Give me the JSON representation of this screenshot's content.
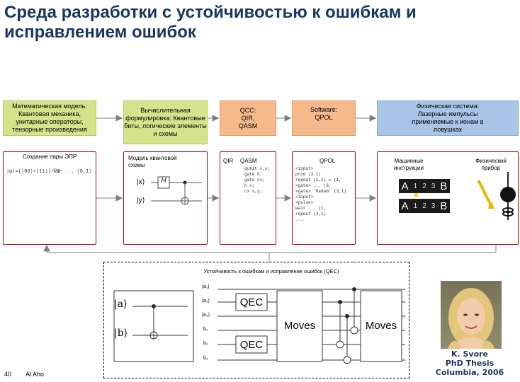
{
  "slide": {
    "title": "Среда разработки с устойчивостью к ошибкам и исправлением ошибок",
    "page_number": "40",
    "author": "Al Aho"
  },
  "top_boxes": {
    "math": "Математическая модель: Квантовая механика, унитарные операторы, тензорные произведения",
    "compute": "Вычислительная формулировка: Квантовые биты, логические элементы и схемы",
    "qcc": "QCC: QIR, QASM",
    "software": "Software: QPOL",
    "physical": "Физическая система: Лазерные импульсы применяемые к ионам в ловушках"
  },
  "panels": {
    "epr_label": "Создание пары ЭПР",
    "epr_formula": "|ψ⟩=(|00⟩+|11⟩)/√2",
    "epr_suffix": "for ... (0,1)",
    "circuit_label": "Модель квантовой схемы",
    "ket_x": "|x⟩",
    "ket_y": "|y⟩",
    "gate_h": "H",
    "qir_label": "QIR",
    "qasm_label": "QASM",
    "qasm_code": "qubit x,y;\ngate h;\ngate cx;\nh x;\ncx x,y;",
    "qpol_label": "QPOL",
    "qpol_code": "<input>\nprod (3,1)\nrepeat (1,1) = (1,\n<gate> ... (3,\n<gate> 'Hadam' (3,1)\n<input>\n<pulse>\nwait ... (1,\nrepeat (3,1)\n...",
    "machine_label": "Машинные инструкции",
    "device_label": "Физический прибор",
    "reg_row": [
      "A",
      "1",
      "2",
      "3",
      "B"
    ]
  },
  "qec": {
    "caption": "Устойчивость к ошибкам и исправление ошибок (QEC)",
    "ket_a": "|a⟩",
    "ket_b": "|b⟩",
    "qec_top": "QEC",
    "qec_bottom": "QEC",
    "moves_1": "Moves",
    "moves_2": "Moves",
    "wire_labels": [
      "|a₁⟩",
      "|a₂⟩",
      "|a₃⟩",
      "b₁",
      "b₂",
      "b₃"
    ]
  },
  "credit": {
    "name": "K. Svore",
    "thesis": "PhD Thesis",
    "venue": "Columbia, 2006"
  },
  "colors": {
    "title": "#17375e",
    "green": "#d4e48b",
    "orange": "#f6b98b",
    "blue": "#a8c4e6",
    "panel_border": "#c00000",
    "register": "#1a1a1a",
    "register_accent": "#ffd200",
    "laser": "#e8b800"
  },
  "icons": [
    "arrow-right-icon",
    "laser-beam-icon",
    "ion-trap-icon",
    "feedback-arrow-icon"
  ]
}
